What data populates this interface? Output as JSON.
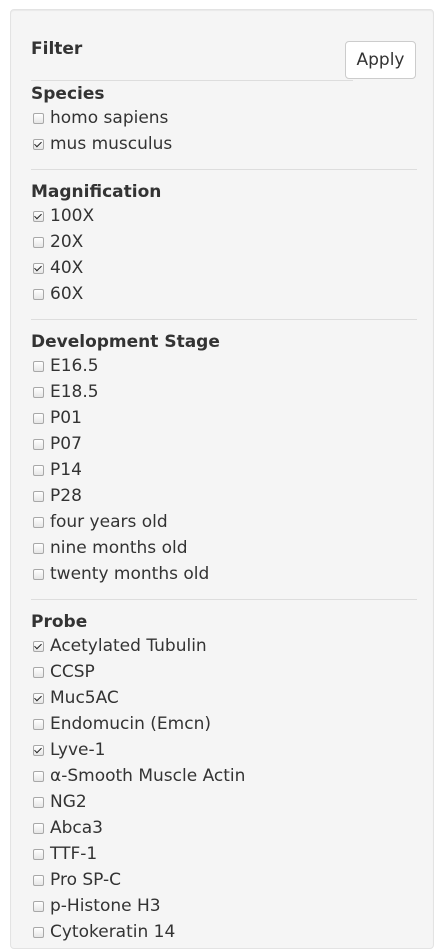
{
  "filter": {
    "title": "Filter",
    "apply_label": "Apply",
    "groups": [
      {
        "title": "Species",
        "options": [
          {
            "label": "homo sapiens",
            "checked": false
          },
          {
            "label": "mus musculus",
            "checked": true
          }
        ]
      },
      {
        "title": "Magnification",
        "options": [
          {
            "label": "100X",
            "checked": true
          },
          {
            "label": "20X",
            "checked": false
          },
          {
            "label": "40X",
            "checked": true
          },
          {
            "label": "60X",
            "checked": false
          }
        ]
      },
      {
        "title": "Development Stage",
        "options": [
          {
            "label": "E16.5",
            "checked": false
          },
          {
            "label": "E18.5",
            "checked": false
          },
          {
            "label": "P01",
            "checked": false
          },
          {
            "label": "P07",
            "checked": false
          },
          {
            "label": "P14",
            "checked": false
          },
          {
            "label": "P28",
            "checked": false
          },
          {
            "label": "four years old",
            "checked": false
          },
          {
            "label": "nine months old",
            "checked": false
          },
          {
            "label": "twenty months old",
            "checked": false
          }
        ]
      },
      {
        "title": "Probe",
        "options": [
          {
            "label": "Acetylated Tubulin",
            "checked": true
          },
          {
            "label": "CCSP",
            "checked": false
          },
          {
            "label": "Muc5AC",
            "checked": true
          },
          {
            "label": "Endomucin (Emcn)",
            "checked": false
          },
          {
            "label": "Lyve-1",
            "checked": true
          },
          {
            "label": "α-Smooth Muscle Actin",
            "checked": false
          },
          {
            "label": "NG2",
            "checked": false
          },
          {
            "label": "Abca3",
            "checked": false
          },
          {
            "label": "TTF-1",
            "checked": false
          },
          {
            "label": "Pro SP-C",
            "checked": false
          },
          {
            "label": "p-Histone H3",
            "checked": false
          },
          {
            "label": "Cytokeratin 14",
            "checked": false
          }
        ]
      }
    ]
  }
}
